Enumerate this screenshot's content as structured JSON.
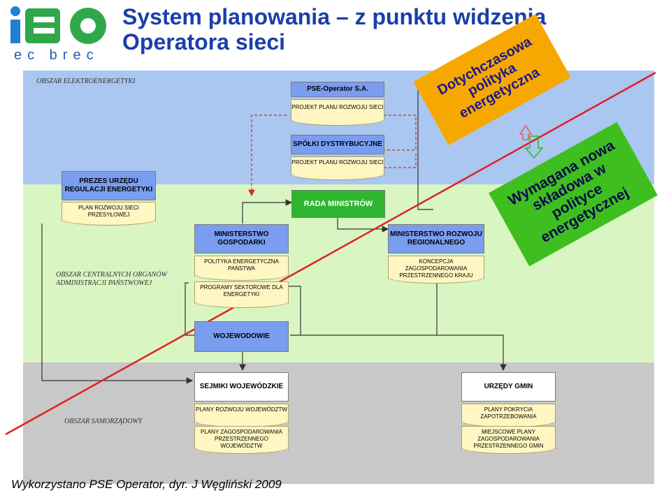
{
  "logo": {
    "text": "iEO",
    "subtitle": "ec brec"
  },
  "title": {
    "line1": "System planowania – z punktu widzenia",
    "line2": "Operatora sieci"
  },
  "zones": {
    "energy": "OBSZAR  ELEKTROENERGETYKI",
    "central": "OBSZAR  CENTRALNYCH ORGANÓW ADMINISTRACJI  PAŃSTWOWEJ",
    "local": "OBSZAR  SAMORZĄDOWY"
  },
  "boxes": {
    "pse": "PSE-Operator S.A.",
    "pse_doc": "PROJEKT PLANU ROZWOJU SIECI",
    "spolki": "SPÓŁKI DYSTRYBUCYJNE",
    "spolki_doc": "PROJEKT PLANU ROZWOJU SIECI",
    "prezes": "PREZES  URZĘDU REGULACJI ENERGETYKI",
    "prezes_doc": "PLAN ROZWOJU SIECI PRZESYŁOWEJ",
    "rada": "RADA MINISTRÓW",
    "mg": "MINISTERSTWO GOSPODARKI",
    "mg_doc1": "POLITYKA ENERGETYCZNA PAŃSTWA",
    "mg_doc2": "PROGRAMY SEKTOROWE DLA ENERGETYKI",
    "mrr": "MINISTERSTWO ROZWOJU REGIONALNEGO",
    "mrr_doc": "KONCEPCJA ZAGOSPODAROWANIA PRZESTRZENNEGO  KRAJU",
    "woj": "WOJEWODOWIE",
    "sejmiki": "SEJMIKI WOJEWÓDZKIE",
    "sejmiki_doc1": "PLANY  ROZWOJU WOJEWÓDZTW",
    "sejmiki_doc2": "PLANY  ZAGOSPODAROWANIA PRZESTRZENNEGO WOJEWÓDZTW",
    "gminy": "URZĘDY  GMIN",
    "gminy_doc1": "PLANY  POKRYCIA ZAPOTRZEBOWANIA",
    "gminy_doc2": "MIEJSCOWE  PLANY ZAGOSPODAROWANIA PRZESTRZENNEGO  GMIN"
  },
  "banners": {
    "orange": "Dotychczasowa polityka energetyczna",
    "green": "Wymagana nowa składowa w polityce energetycznej"
  },
  "footer": "Wykorzystano PSE Operator, dyr. J Węgliński  2009",
  "colors": {
    "title": "#1a3fa8",
    "blue_zone": "#a9c7f0",
    "green_zone": "#d8f5c2",
    "grey_zone": "#c8c8c8",
    "orange": "#f7a800",
    "green_banner": "#3fbf1f"
  }
}
